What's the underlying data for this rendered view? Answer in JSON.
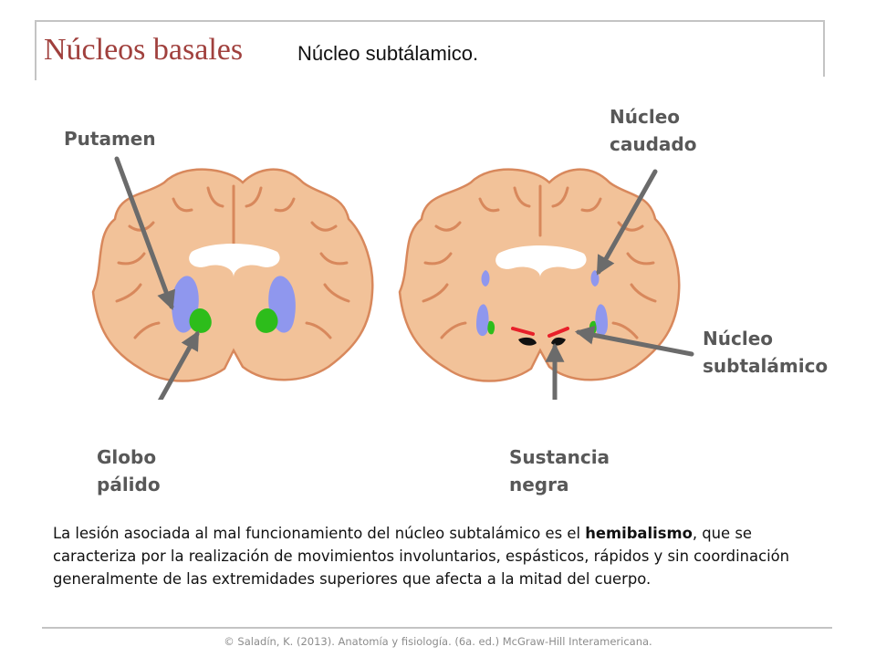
{
  "slide": {
    "title": "Núcleos basales",
    "subtitle": "Núcleo subtálamico."
  },
  "figure": {
    "labels": {
      "putamen": "Putamen",
      "caudate": "Núcleo\ncaudado",
      "globus_pallidus": "Globo\npálido",
      "subthalamic": "Núcleo\nsubtalámico",
      "substantia_nigra": "Sustancia\nnegra"
    },
    "colors": {
      "tissue": "#f2c299",
      "tissue_outline": "#d8885c",
      "ventricle": "#ffffff",
      "putamen": "#8f97ee",
      "globus_pallidus": "#2dbd1b",
      "subthalamic": "#e8202a",
      "substantia_nigra": "#111111",
      "arrow": "#6b6b6b"
    }
  },
  "body": {
    "text_before": "La lesión asociada al mal funcionamiento del núcleo subtalámico es el ",
    "text_bold": "hemibalismo",
    "text_after": ", que se caracteriza por la realización de movimientos involuntarios, espásticos, rápidos y sin coordinación generalmente de las extremidades superiores que afecta a la mitad del cuerpo."
  },
  "footer": {
    "citation": "© Saladín, K. (2013). Anatomía y fisiología. (6a. ed.) McGraw-Hill Interamericana."
  }
}
